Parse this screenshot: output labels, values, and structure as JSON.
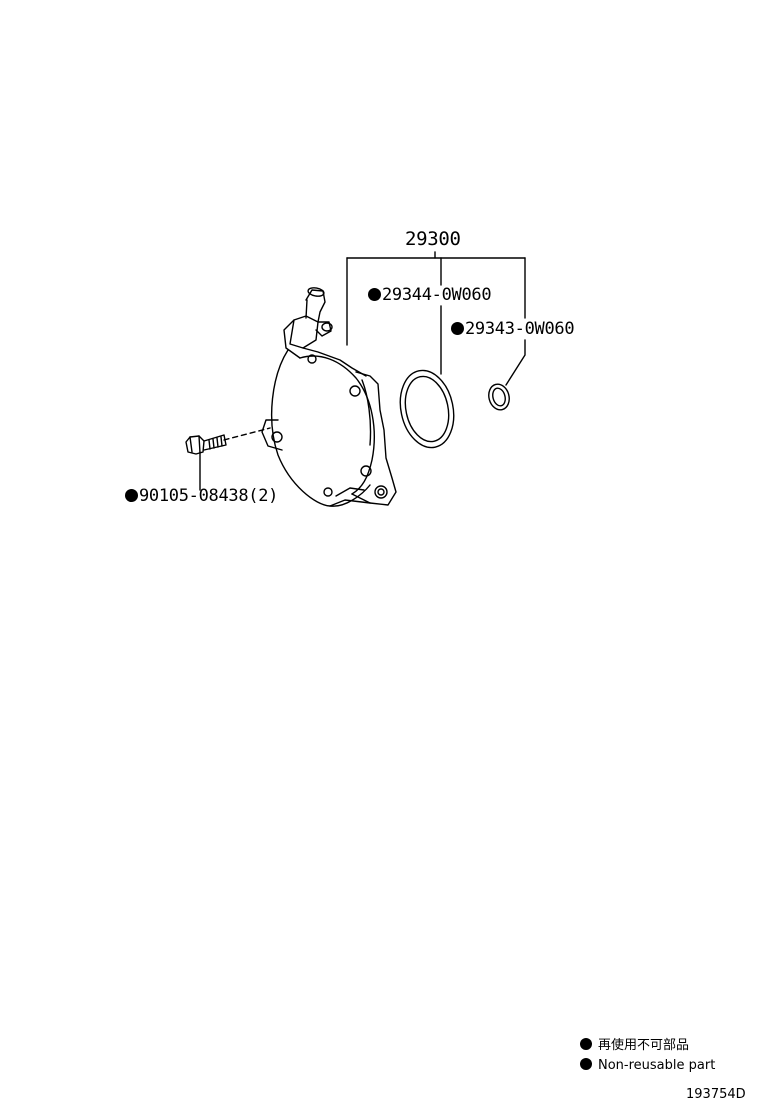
{
  "parts": {
    "assembly": "29300",
    "gasket_large": "29344-0W060",
    "oring_small": "29343-0W060",
    "bolt": "90105-08438(2)"
  },
  "legend": {
    "line1": "再使用不可部品",
    "line2": "Non-reusable part"
  },
  "diagram_id": "193754D"
}
